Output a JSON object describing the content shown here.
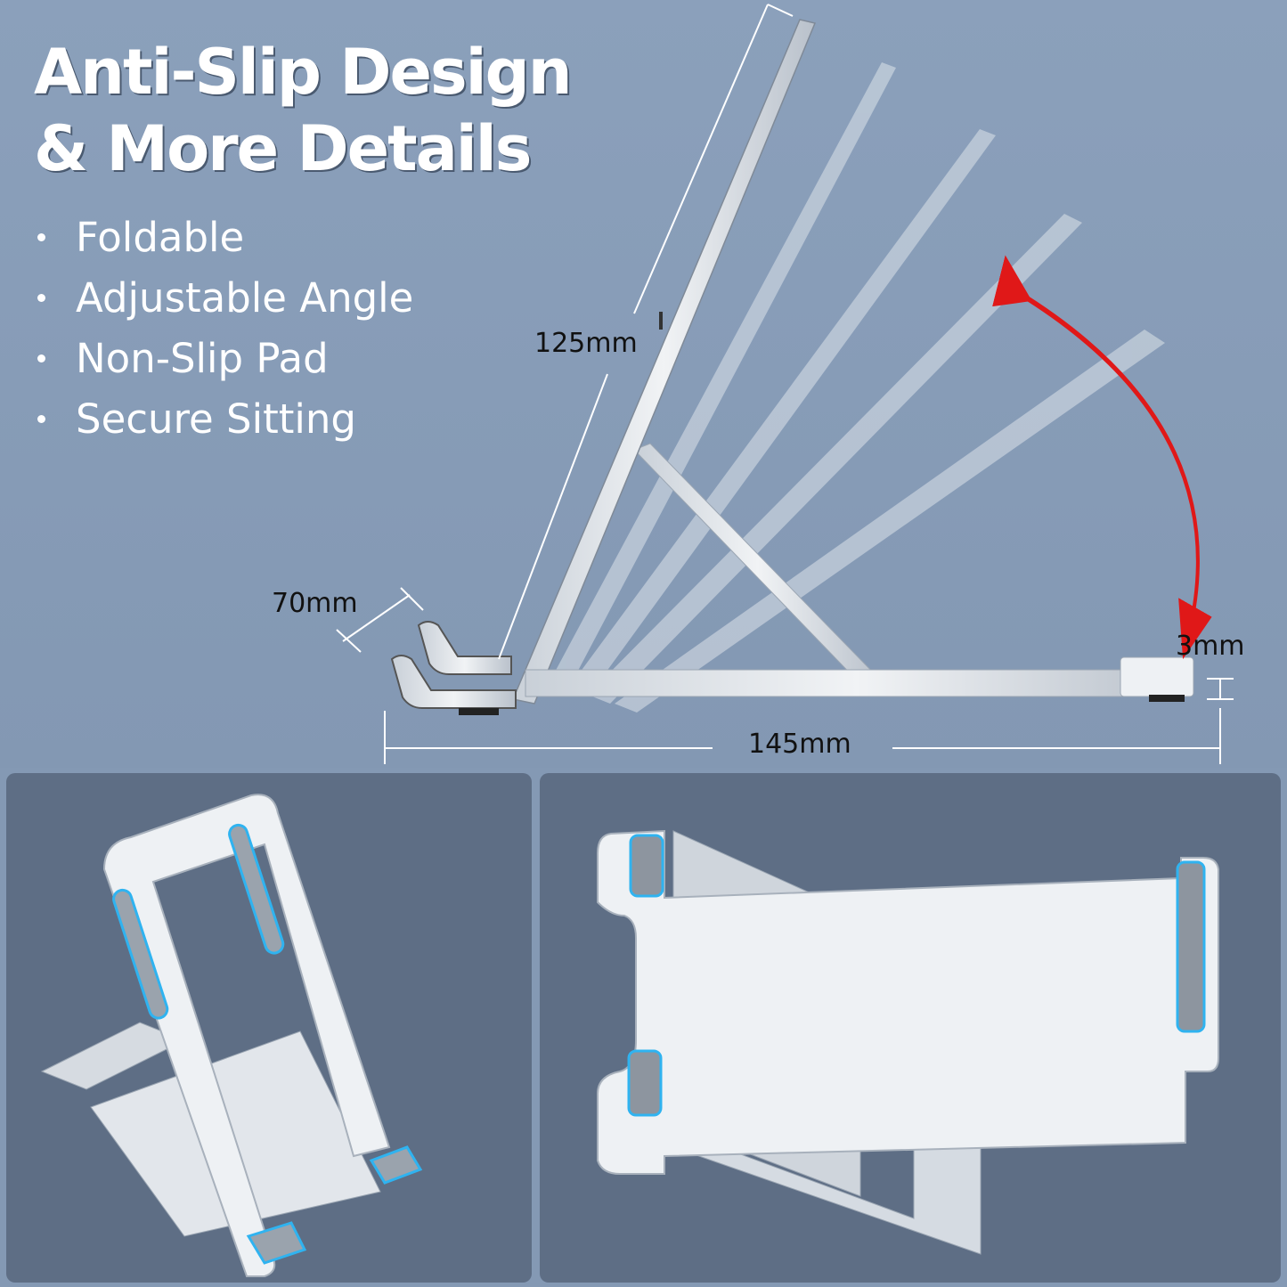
{
  "headline": {
    "line1": "Anti-Slip Design",
    "line2": "& More Details"
  },
  "features": [
    {
      "label": "Foldable"
    },
    {
      "label": "Adjustable Angle"
    },
    {
      "label": "Non-Slip Pad"
    },
    {
      "label": "Secure Sitting"
    }
  ],
  "dimensions": {
    "height": "125mm",
    "depth": "70mm",
    "length": "145mm",
    "thickness": "3mm"
  },
  "colors": {
    "background": "#8499b4",
    "panel": "#5e6e85",
    "angle_arrow": "#e01818",
    "pad_glow": "#2fb3f0",
    "aluminum": "#dfe4ea"
  },
  "icons": {
    "angle_arrow": "curved-double-arrow",
    "bullet": "dot"
  },
  "panels": [
    {
      "name": "stand-perspective-view"
    },
    {
      "name": "stand-front-view"
    }
  ]
}
